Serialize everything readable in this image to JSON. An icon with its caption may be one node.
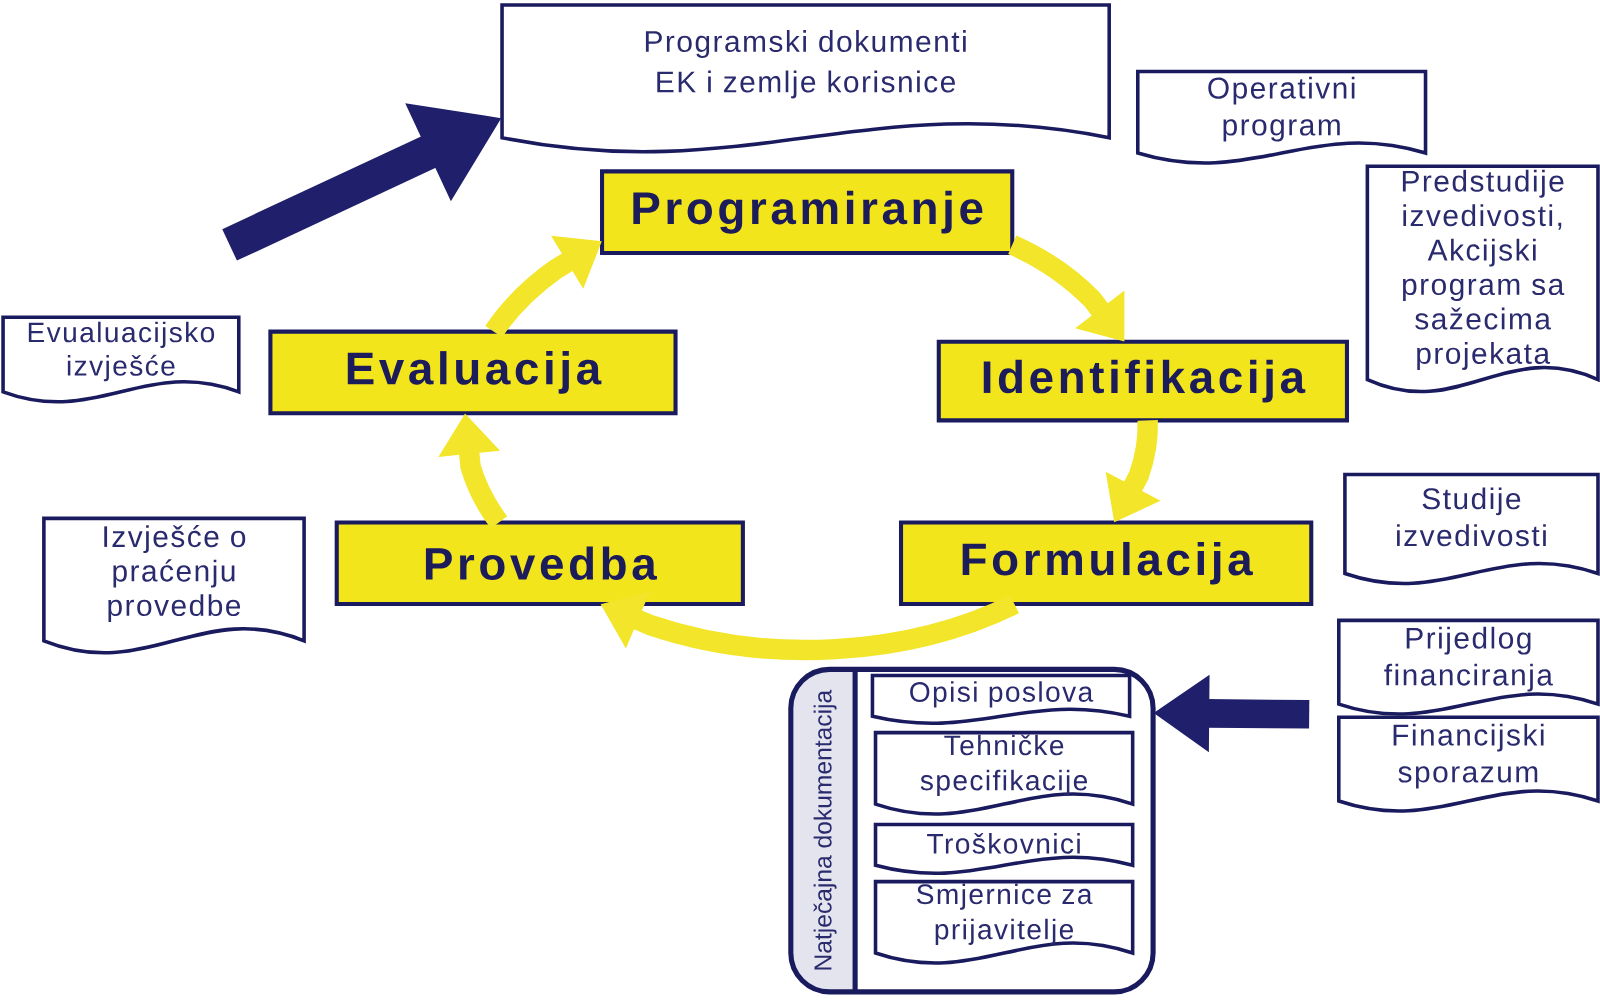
{
  "diagram": {
    "nodes": [
      {
        "text": [
          "Programski dokumenti EK i zemlje korisnice"
        ]
      },
      {
        "text": [
          "Operativni program"
        ]
      },
      {
        "text": [
          "Programiranje"
        ]
      },
      {
        "text": [
          "Predstudije izvedivosti, Akcijski program sa sažecima projekata"
        ]
      },
      {
        "text": [
          "Evualuacijsko izvješće"
        ]
      },
      {
        "text": [
          "Evaluacija"
        ]
      },
      {
        "text": [
          "Identifikacija"
        ]
      },
      {
        "text": [
          "Izvješće o praćenju provedbe"
        ]
      },
      {
        "text": [
          "Provedba"
        ]
      },
      {
        "text": [
          "Studije izvedivosti"
        ]
      },
      {
        "text": [
          "Formulacija"
        ]
      },
      {
        "text": [
          "Prijedlog financiranja"
        ]
      },
      {
        "text": [
          "Natječajna dokumentacija"
        ]
      },
      {
        "text": [
          "Opisi poslova"
        ],
        "in": 12
      },
      {
        "text": [
          "Tehničke specifikacije"
        ],
        "in": 12
      },
      {
        "text": [
          "Troškovnici"
        ],
        "in": 12
      },
      {
        "text": [
          "Smjernice za prijavitelje"
        ],
        "in": 12
      },
      {
        "text": [
          "Financijski sporazum"
        ]
      }
    ],
    "edges": [
      {
        "from": 2,
        "to": 6,
        "arrow": "to"
      },
      {
        "from": 6,
        "to": 10,
        "arrow": "to"
      },
      {
        "from": 10,
        "to": 8,
        "arrow": "to"
      },
      {
        "from": 8,
        "to": 5,
        "arrow": "to"
      },
      {
        "from": 5,
        "to": 2,
        "arrow": "to"
      },
      {
        "from": null,
        "to": 0,
        "arrow": "to",
        "color": "#1f1f6b"
      },
      {
        "from": null,
        "to": 12,
        "arrow": "to",
        "color": "#1f1f6b"
      }
    ]
  }
}
